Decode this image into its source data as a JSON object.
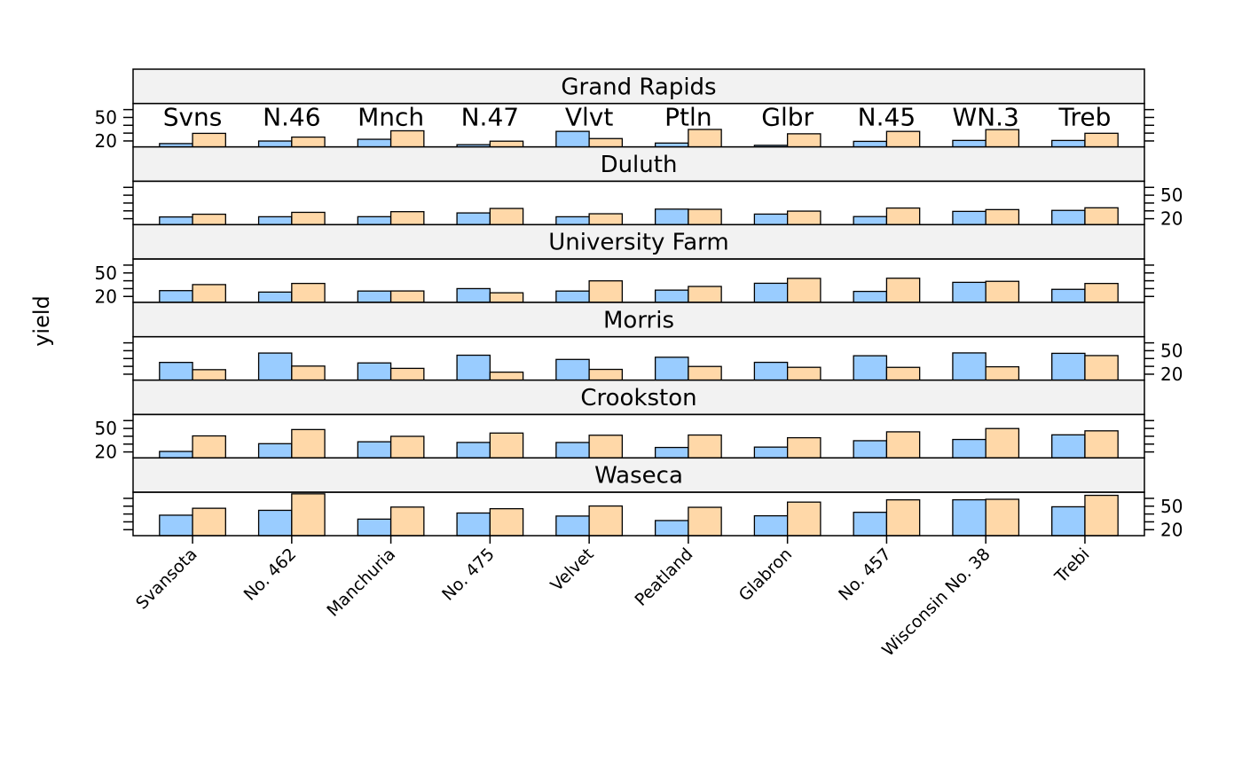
{
  "chart_data": {
    "type": "bar",
    "ylabel": "yield",
    "ylim": [
      12.38,
      67.82
    ],
    "yticks": [
      20,
      30,
      40,
      50,
      60
    ],
    "ytick_labels": [
      "20",
      "50"
    ],
    "grid": false,
    "legend": "none",
    "categories": [
      "Svansota",
      "No. 462",
      "Manchuria",
      "No. 475",
      "Velvet",
      "Peatland",
      "Glabron",
      "No. 457",
      "Wisconsin No. 38",
      "Trebi"
    ],
    "series_colors": [
      "#99ccff",
      "#ffd8a8"
    ],
    "strip_color": "#f2f2f2",
    "panels": [
      {
        "site": "Grand Rapids",
        "axis_side": "left",
        "annotations": [
          "Svns",
          "N.46",
          "Mnch",
          "N.47",
          "Vlvt",
          "Ptln",
          "Glbr",
          "N.45",
          "WN.3",
          "Treb"
        ],
        "series": [
          [
            16.63,
            19.9,
            22.13,
            15.23,
            32.23,
            17.3,
            14.43,
            19.47,
            20.67,
            20.63
          ],
          [
            29.67,
            24.93,
            32.97,
            19.7,
            23.03,
            34.7,
            29.13,
            32.17,
            34.47,
            29.77
          ]
        ]
      },
      {
        "site": "Duluth",
        "axis_side": "right",
        "series": [
          [
            22.23,
            22.5,
            22.57,
            27.37,
            22.47,
            32.23,
            25.87,
            22.7,
            29.33,
            30.6
          ],
          [
            25.7,
            28.1,
            28.97,
            33.07,
            26.3,
            32.0,
            29.67,
            33.6,
            31.6,
            33.93
          ]
        ]
      },
      {
        "site": "University Farm",
        "axis_side": "left",
        "series": [
          [
            27.43,
            25.57,
            26.9,
            30.0,
            26.87,
            28.07,
            36.8,
            26.43,
            38.0,
            29.07
          ],
          [
            35.13,
            36.6,
            27.0,
            24.67,
            39.9,
            32.77,
            43.07,
            43.27,
            39.3,
            36.57
          ]
        ]
      },
      {
        "site": "Morris",
        "axis_side": "right",
        "series": [
          [
            35.03,
            47.0,
            34.37,
            44.23,
            38.83,
            41.63,
            35.13,
            43.53,
            47.17,
            46.63
          ],
          [
            25.77,
            30.37,
            27.43,
            22.6,
            26.13,
            29.87,
            28.77,
            28.7,
            29.47,
            43.77
          ]
        ]
      },
      {
        "site": "Crookston",
        "axis_side": "left",
        "series": [
          [
            20.63,
            30.53,
            32.97,
            32.13,
            32.07,
            25.7,
            26.17,
            34.33,
            35.9,
            41.83
          ],
          [
            40.47,
            48.57,
            39.93,
            44.1,
            41.33,
            41.6,
            38.13,
            45.67,
            49.87,
            46.93
          ]
        ]
      },
      {
        "site": "Waseca",
        "axis_side": "right",
        "series": [
          [
            38.5,
            44.7,
            33.47,
            41.27,
            37.4,
            31.67,
            37.73,
            42.2,
            58.17,
            49.23
          ],
          [
            47.33,
            65.77,
            48.87,
            46.77,
            50.23,
            48.57,
            55.2,
            58.1,
            58.8,
            63.83
          ]
        ]
      }
    ]
  }
}
